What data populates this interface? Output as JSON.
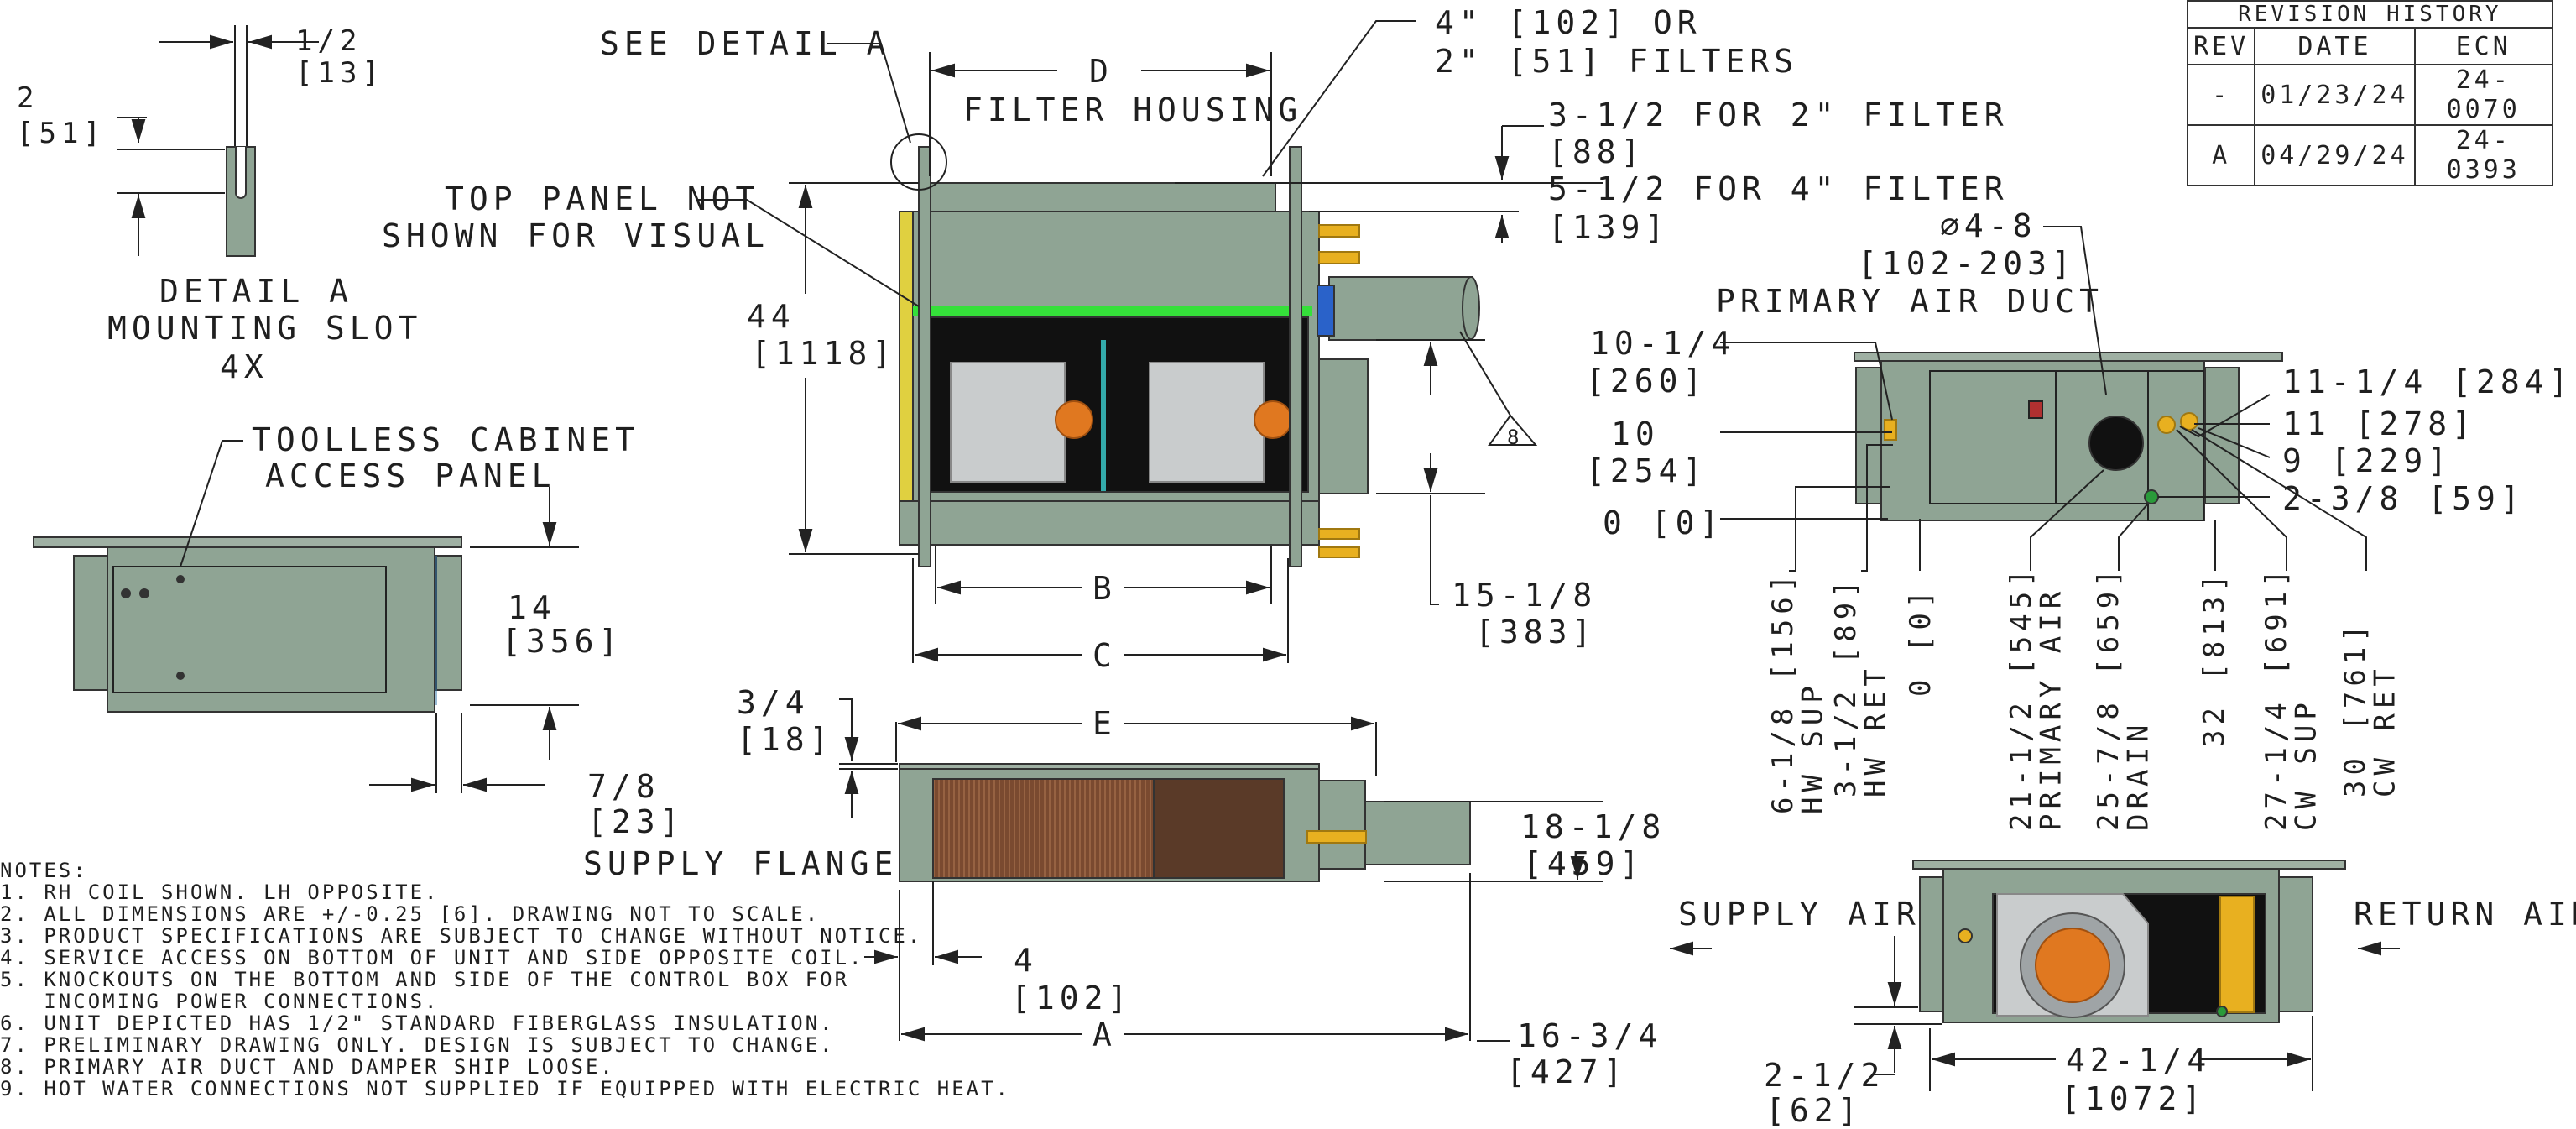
{
  "revision_history": {
    "title": "REVISION HISTORY",
    "headers": [
      "REV",
      "DATE",
      "ECN"
    ],
    "rows": [
      [
        "-",
        "01/23/24",
        "24-0070"
      ],
      [
        "A",
        "04/29/24",
        "24-0393"
      ]
    ]
  },
  "detail_a": {
    "dim_top": "1/2",
    "dim_top_mm": "[13]",
    "dim_left": "2",
    "dim_left_mm": "[51]",
    "title": "DETAIL A",
    "subtitle": "MOUNTING SLOT",
    "count": "4X"
  },
  "side_view": {
    "label_line1": "TOOLLESS CABINET",
    "label_line2": "ACCESS PANEL",
    "dim_height": "14",
    "dim_height_mm": "[356]",
    "dim_flange": "7/8",
    "dim_flange_mm": "[23]",
    "flange_label": "SUPPLY FLANGE"
  },
  "front_view": {
    "see_detail": "SEE DETAIL A",
    "top_panel_line1": "TOP PANEL NOT",
    "top_panel_line2": "SHOWN FOR VISUAL",
    "dim_d": "D",
    "filter_housing": "FILTER HOUSING",
    "filters_line1": "4\" [102] OR",
    "filters_line2": "2\" [51] FILTERS",
    "filter2_dim": "3-1/2 FOR 2\" FILTER",
    "filter2_mm": "[88]",
    "filter4_dim": "5-1/2 FOR 4\" FILTER",
    "filter4_mm": "[139]",
    "dim_height": "44",
    "dim_height_mm": "[1118]",
    "dim_b": "B",
    "dim_c": "C",
    "dim_duct_height": "15-1/8",
    "dim_duct_height_mm": "[383]",
    "note_flag": "8"
  },
  "end_view": {
    "duct_dia": "⌀4-8",
    "duct_dia_mm": "[102-203]",
    "duct_label": "PRIMARY AIR DUCT",
    "left_dims": [
      {
        "label": "10-1/4",
        "mm": "[260]"
      },
      {
        "label": "10",
        "mm": "[254]"
      },
      {
        "label": "0 [0]",
        "mm": ""
      }
    ],
    "right_dims": [
      "11-1/4 [284]",
      "11 [278]",
      "9 [229]",
      "2-3/8 [59]"
    ],
    "bottom_dims": [
      {
        "line1": "6-1/8 [156]",
        "line2": "HW SUP"
      },
      {
        "line1": "3-1/2 [89]",
        "line2": "HW RET"
      },
      {
        "line1": "0 [0]",
        "line2": ""
      },
      {
        "line1": "21-1/2 [545]",
        "line2": "PRIMARY AIR"
      },
      {
        "line1": "25-7/8 [659]",
        "line2": "DRAIN"
      },
      {
        "line1": "32 [813]",
        "line2": ""
      },
      {
        "line1": "27-1/4 [691]",
        "line2": "CW SUP"
      },
      {
        "line1": "30 [761]",
        "line2": "CW RET"
      }
    ]
  },
  "top_view": {
    "dim_flange": "3/4",
    "dim_flange_mm": "[18]",
    "dim_e": "E",
    "dim_depth": "18-1/8",
    "dim_depth_mm": "[459]",
    "dim_inlet": "4",
    "dim_inlet_mm": "[102]",
    "dim_a": "A",
    "dim_overall": "16-3/4",
    "dim_overall_mm": "[427]"
  },
  "bottom_view": {
    "supply_air": "SUPPLY AIR",
    "return_air": "RETURN AIR",
    "dim_side": "2-1/2",
    "dim_side_mm": "[62]",
    "dim_width": "42-1/4",
    "dim_width_mm": "[1072]"
  },
  "notes": {
    "title": "NOTES:",
    "items": [
      "1. RH COIL SHOWN. LH OPPOSITE.",
      "2. ALL DIMENSIONS ARE +/-0.25 [6]. DRAWING NOT TO SCALE.",
      "3. PRODUCT SPECIFICATIONS ARE SUBJECT TO CHANGE WITHOUT NOTICE.",
      "4. SERVICE ACCESS ON BOTTOM OF UNIT AND SIDE OPPOSITE COIL.",
      "5. KNOCKOUTS ON THE BOTTOM AND SIDE OF THE CONTROL BOX FOR",
      "   INCOMING POWER CONNECTIONS.",
      "6. UNIT DEPICTED HAS 1/2\" STANDARD FIBERGLASS INSULATION.",
      "7. PRELIMINARY DRAWING ONLY. DESIGN IS SUBJECT TO CHANGE.",
      "8. PRIMARY AIR DUCT AND DAMPER SHIP LOOSE.",
      "9. HOT WATER CONNECTIONS NOT SUPPLIED IF EQUIPPED WITH ELECTRIC HEAT."
    ]
  },
  "colors": {
    "housing": "#8fa494",
    "housing_dark": "#6f8474",
    "coil_copper": "#8a5a3c",
    "pipe_yellow": "#e8b020",
    "filter_green": "#35e03a",
    "blower_gray": "#c9cccd",
    "motor_orange": "#e07820",
    "line": "#222222"
  }
}
